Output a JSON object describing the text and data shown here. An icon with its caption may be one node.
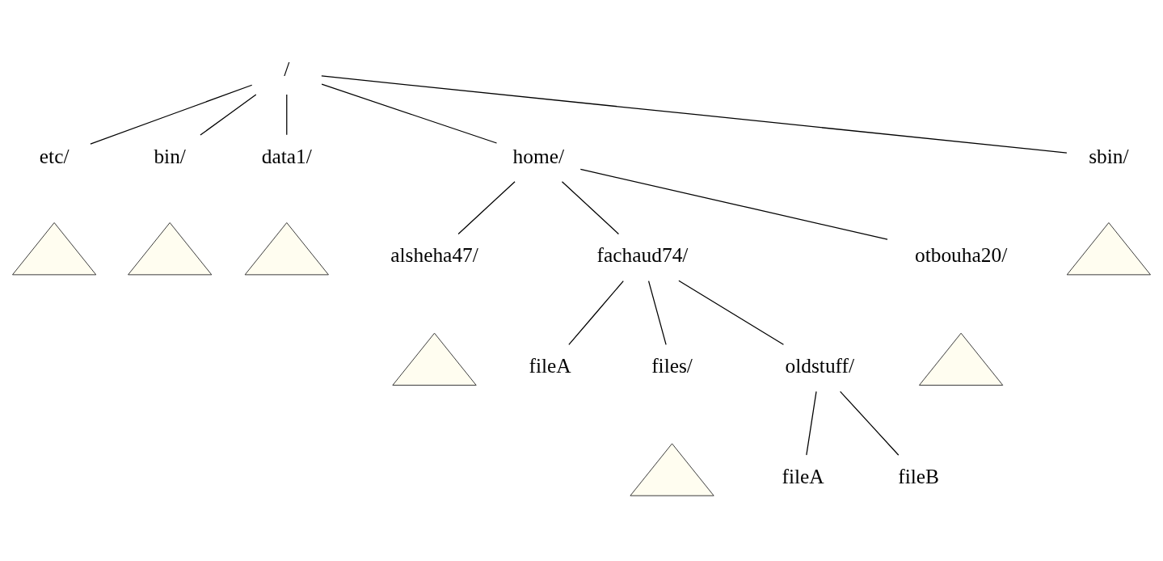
{
  "diagram": {
    "nodes": [
      {
        "text": [
          "/"
        ]
      },
      {
        "text": [
          "etc/"
        ]
      },
      {
        "text": [
          "bin/"
        ]
      },
      {
        "text": [
          "data1/"
        ]
      },
      {
        "text": [
          "home/"
        ]
      },
      {
        "text": [
          "sbin/"
        ]
      },
      {
        "text": [],
        "shape": "triangle"
      },
      {
        "text": [],
        "shape": "triangle"
      },
      {
        "text": [],
        "shape": "triangle"
      },
      {
        "text": [],
        "shape": "triangle"
      },
      {
        "text": [
          "alsheha47/"
        ]
      },
      {
        "text": [
          "fachaud74/"
        ]
      },
      {
        "text": [
          "otbouha20/"
        ]
      },
      {
        "text": [],
        "shape": "triangle"
      },
      {
        "text": [
          "fileA"
        ]
      },
      {
        "text": [
          "files/"
        ]
      },
      {
        "text": [
          "oldstuff/"
        ]
      },
      {
        "text": [],
        "shape": "triangle"
      },
      {
        "text": [],
        "shape": "triangle"
      },
      {
        "text": [
          "fileA"
        ]
      },
      {
        "text": [
          "fileB"
        ]
      }
    ],
    "edges": [
      {
        "from": 0,
        "to": 1,
        "arrow": "none"
      },
      {
        "from": 0,
        "to": 2,
        "arrow": "none"
      },
      {
        "from": 0,
        "to": 3,
        "arrow": "none"
      },
      {
        "from": 0,
        "to": 4,
        "arrow": "none"
      },
      {
        "from": 0,
        "to": 5,
        "arrow": "none"
      },
      {
        "from": 4,
        "to": 10,
        "arrow": "none"
      },
      {
        "from": 4,
        "to": 11,
        "arrow": "none"
      },
      {
        "from": 4,
        "to": 12,
        "arrow": "none"
      },
      {
        "from": 11,
        "to": 14,
        "arrow": "none"
      },
      {
        "from": 11,
        "to": 15,
        "arrow": "none"
      },
      {
        "from": 11,
        "to": 16,
        "arrow": "none"
      },
      {
        "from": 16,
        "to": 19,
        "arrow": "none"
      },
      {
        "from": 16,
        "to": 20,
        "arrow": "none"
      }
    ]
  }
}
